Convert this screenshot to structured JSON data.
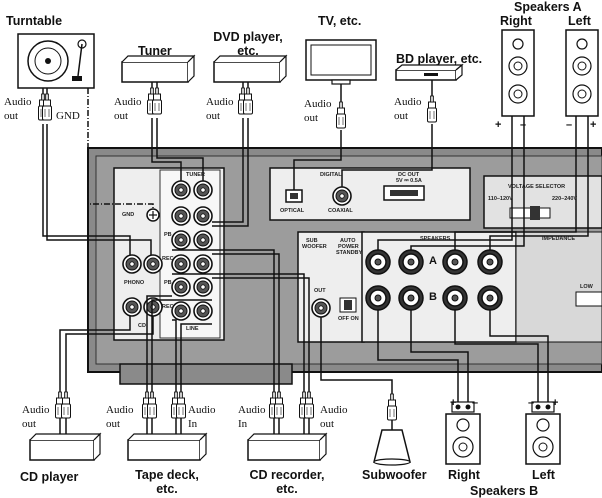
{
  "devices": {
    "turntable": "Turntable",
    "tuner": "Tuner",
    "dvd_line1": "DVD player,",
    "dvd_line2": "etc.",
    "tv": "TV, etc.",
    "bd": "BD player, etc.",
    "speakers_a": "Speakers A",
    "right": "Right",
    "left": "Left",
    "cd_player": "CD player",
    "tape_line1": "Tape deck,",
    "tape_line2": "etc.",
    "cdr_line1": "CD recorder,",
    "cdr_line2": "etc.",
    "subwoofer": "Subwoofer",
    "right_b": "Right",
    "left_b": "Left",
    "speakers_b": "Speakers B"
  },
  "cable_labels": {
    "audio": "Audio",
    "out": "out",
    "in": "In",
    "gnd": "GND"
  },
  "panel": {
    "tuner": "TUNER",
    "gnd": "GND",
    "phono": "PHONO",
    "cd": "CD",
    "line": "LINE",
    "pb": "PB",
    "rec": "REC",
    "digital": "DIGITAL",
    "optical": "OPTICAL",
    "coaxial": "COAXIAL",
    "dc_out_1": "DC OUT",
    "dc_out_2": "5V ⎓ 0.5A",
    "voltage_selector": "VOLTAGE SELECTOR",
    "v110": "110–120V",
    "v220": "220–240V",
    "sub_woofer_1": "SUB",
    "sub_woofer_2": "WOOFER",
    "out": "OUT",
    "auto_power_1": "AUTO",
    "auto_power_2": "POWER",
    "auto_power_3": "STANDBY",
    "off_on": "OFF ON",
    "speakers": "SPEAKERS",
    "impedance": "IMPEDANCE",
    "a": "A",
    "b": "B",
    "low": "LOW",
    "plus": "+",
    "minus": "–"
  }
}
